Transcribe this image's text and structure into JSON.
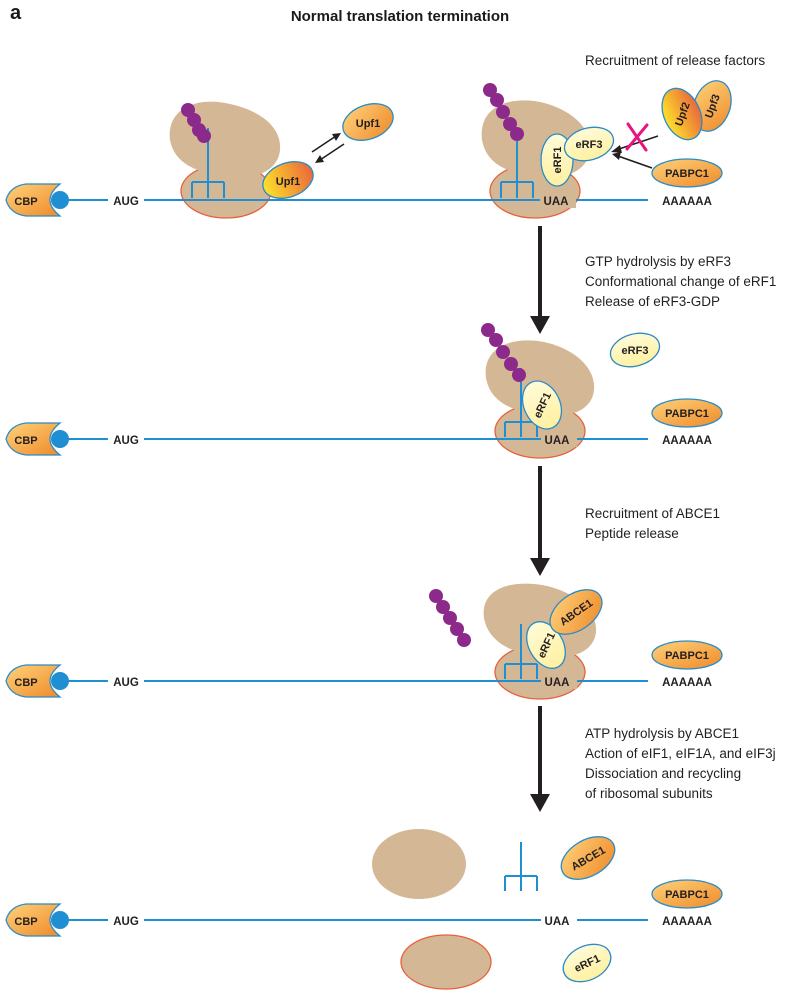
{
  "panel_letter": "a",
  "title": "Normal translation termination",
  "labels": {
    "cbp": "CBP",
    "aug": "AUG",
    "uaa": "UAA",
    "polya": "AAAAAA",
    "upf1": "Upf1",
    "upf2": "Upf2",
    "upf3": "Upf3",
    "erf1": "eRF1",
    "erf3": "eRF3",
    "pabpc1": "PABPC1",
    "abce1": "ABCE1"
  },
  "steps": {
    "s0": [
      "Recruitment of release factors"
    ],
    "s1": [
      "GTP hydrolysis by eRF3",
      "Conformational change of eRF1",
      "Release of eRF3-GDP"
    ],
    "s2": [
      "Recruitment of ABCE1",
      "Peptide release"
    ],
    "s3": [
      "ATP hydrolysis by ABCE1",
      "Action of eIF1, eIF1A, and eIF3j",
      "Dissociation and recycling",
      "of ribosomal subunits"
    ]
  },
  "colors": {
    "ribosome": "#d4b896",
    "ribosome_edge": "#e8603c",
    "mrna": "#1f8fd1",
    "cap": "#1f8fd1",
    "protein_orange": "#f5a94a",
    "protein_yellow": "#fff3a8",
    "protein_edge": "#2a8bc7",
    "peptide": "#8c2a8c",
    "block_x": "#e8147f",
    "arrow": "#231f20"
  },
  "icons": {
    "cap": "cap-circle-icon",
    "block": "block-x-icon",
    "equilibrium": "equilibrium-arrows-icon"
  }
}
